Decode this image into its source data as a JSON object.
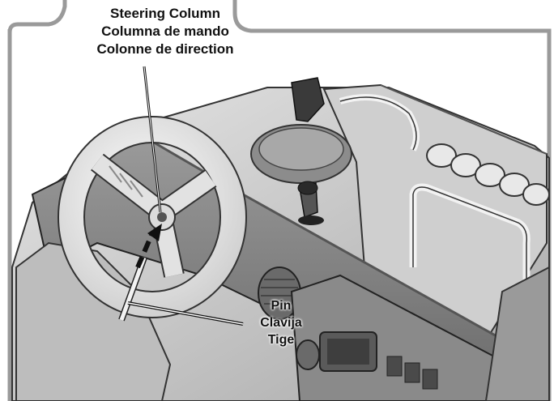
{
  "diagram": {
    "steering_label": {
      "en": "Steering Column",
      "es": "Columna de mando",
      "fr": "Colonne de direction"
    },
    "pin_label": {
      "en": "Pin",
      "es": "Clavija",
      "fr": "Tige"
    }
  },
  "colors": {
    "frame": "#9a9a9a",
    "body_light": "#d9d9d9",
    "body_mid": "#b5b5b5",
    "body_dark": "#7d7d7d",
    "outline": "#222222"
  }
}
